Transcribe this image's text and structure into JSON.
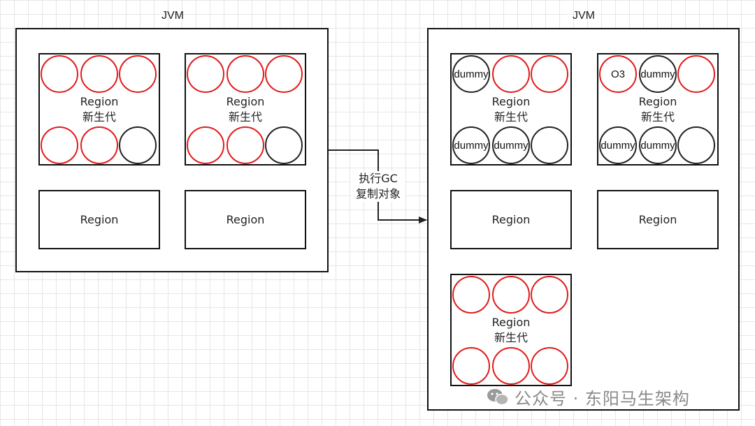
{
  "left_jvm": {
    "title": "JVM",
    "regions": [
      {
        "label": "Region",
        "sublabel": "新生代"
      },
      {
        "label": "Region",
        "sublabel": "新生代"
      },
      {
        "label": "Region"
      },
      {
        "label": "Region"
      }
    ]
  },
  "arrow": {
    "line1": "执行GC",
    "line2": "复制对象"
  },
  "right_jvm": {
    "title": "JVM",
    "regions": [
      {
        "label": "Region",
        "sublabel": "新生代",
        "objects": [
          "dummy",
          "",
          "",
          "dummy",
          "dummy",
          ""
        ]
      },
      {
        "label": "Region",
        "sublabel": "新生代",
        "objects": [
          "O3",
          "dummy",
          "",
          "dummy",
          "dummy",
          ""
        ]
      },
      {
        "label": "Region"
      },
      {
        "label": "Region"
      },
      {
        "label": "Region",
        "sublabel": "新生代"
      }
    ]
  },
  "watermark": {
    "text": "公众号 · 东阳马生架构"
  },
  "colors": {
    "live_object": "#e11b1b",
    "dead_object": "#222222"
  }
}
